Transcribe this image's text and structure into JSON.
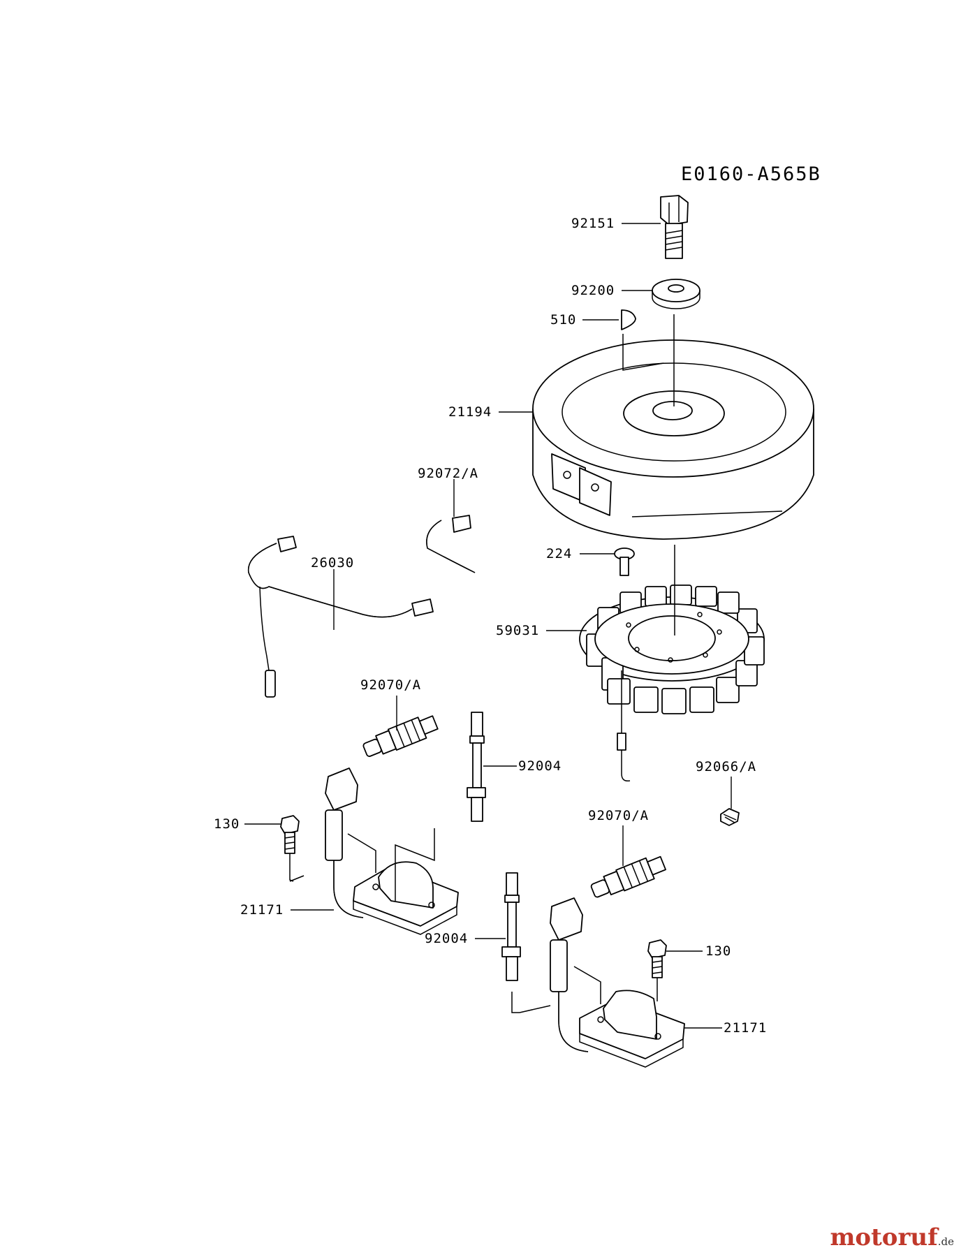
{
  "diagram": {
    "code": "E0160-A565B",
    "parts": {
      "bolt_top": "92151",
      "washer": "92200",
      "key": "510",
      "flywheel": "21194",
      "switch_wire": "92072/A",
      "lead_wire": "26030",
      "screw_stator": "224",
      "stator": "59031",
      "plug_upper": "92070/A",
      "stud_upper": "92004",
      "nut": "92066/A",
      "bolt_left": "130",
      "plug_lower": "92070/A",
      "coil_left": "21171",
      "stud_lower": "92004",
      "bolt_right": "130",
      "coil_right": "21171"
    }
  },
  "watermark": {
    "brand": "motoruf",
    "suffix": ".de"
  }
}
